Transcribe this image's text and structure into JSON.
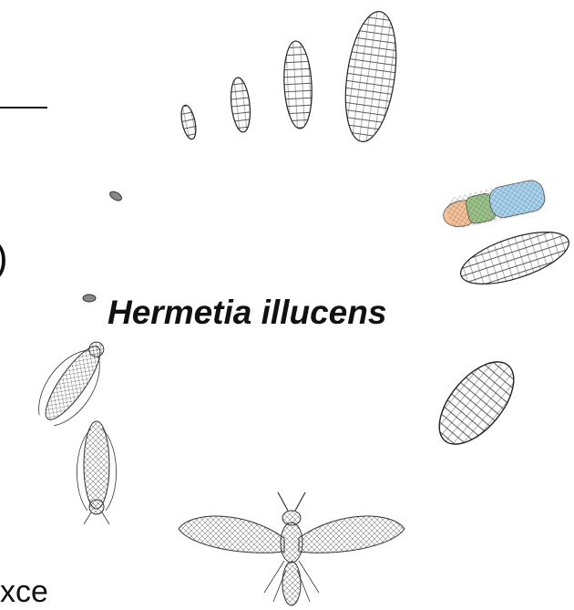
{
  "title": "Hermetia illucens",
  "edge_text": {
    "paren": ")",
    "bottom": "xce"
  },
  "stages": [
    "egg",
    "larva-instar-1",
    "larva-instar-2",
    "larva-instar-3",
    "larva-instar-4",
    "larva-segmented",
    "larva-mature",
    "prepupa",
    "pupa",
    "adult-fly",
    "mating-pair"
  ],
  "colors": {
    "background": "#ffffff",
    "text": "#111111",
    "mesh_stroke": "#333333",
    "segment_head": "#f6c29a",
    "segment_thorax": "#9cc48a",
    "segment_abdomen": "#a8d4f0"
  }
}
